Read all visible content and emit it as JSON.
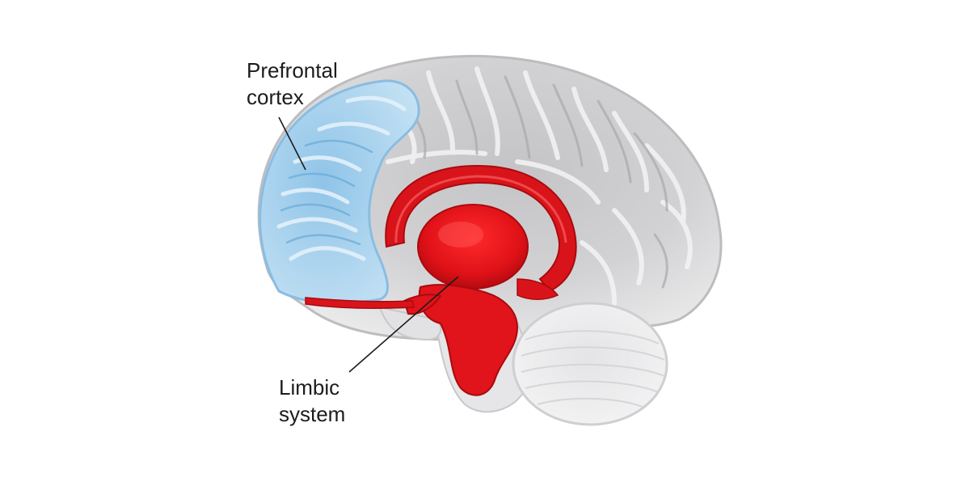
{
  "labels": {
    "prefrontal": {
      "line1": "Prefrontal",
      "line2": "cortex"
    },
    "limbic": {
      "line1": "Limbic",
      "line2": "system"
    }
  },
  "colors": {
    "background": "#ffffff",
    "cortex_gray": "#d4d4d6",
    "prefrontal_blue": "#a9d2ee",
    "limbic_red": "#e0141a",
    "label_text": "#1c1c1c"
  }
}
